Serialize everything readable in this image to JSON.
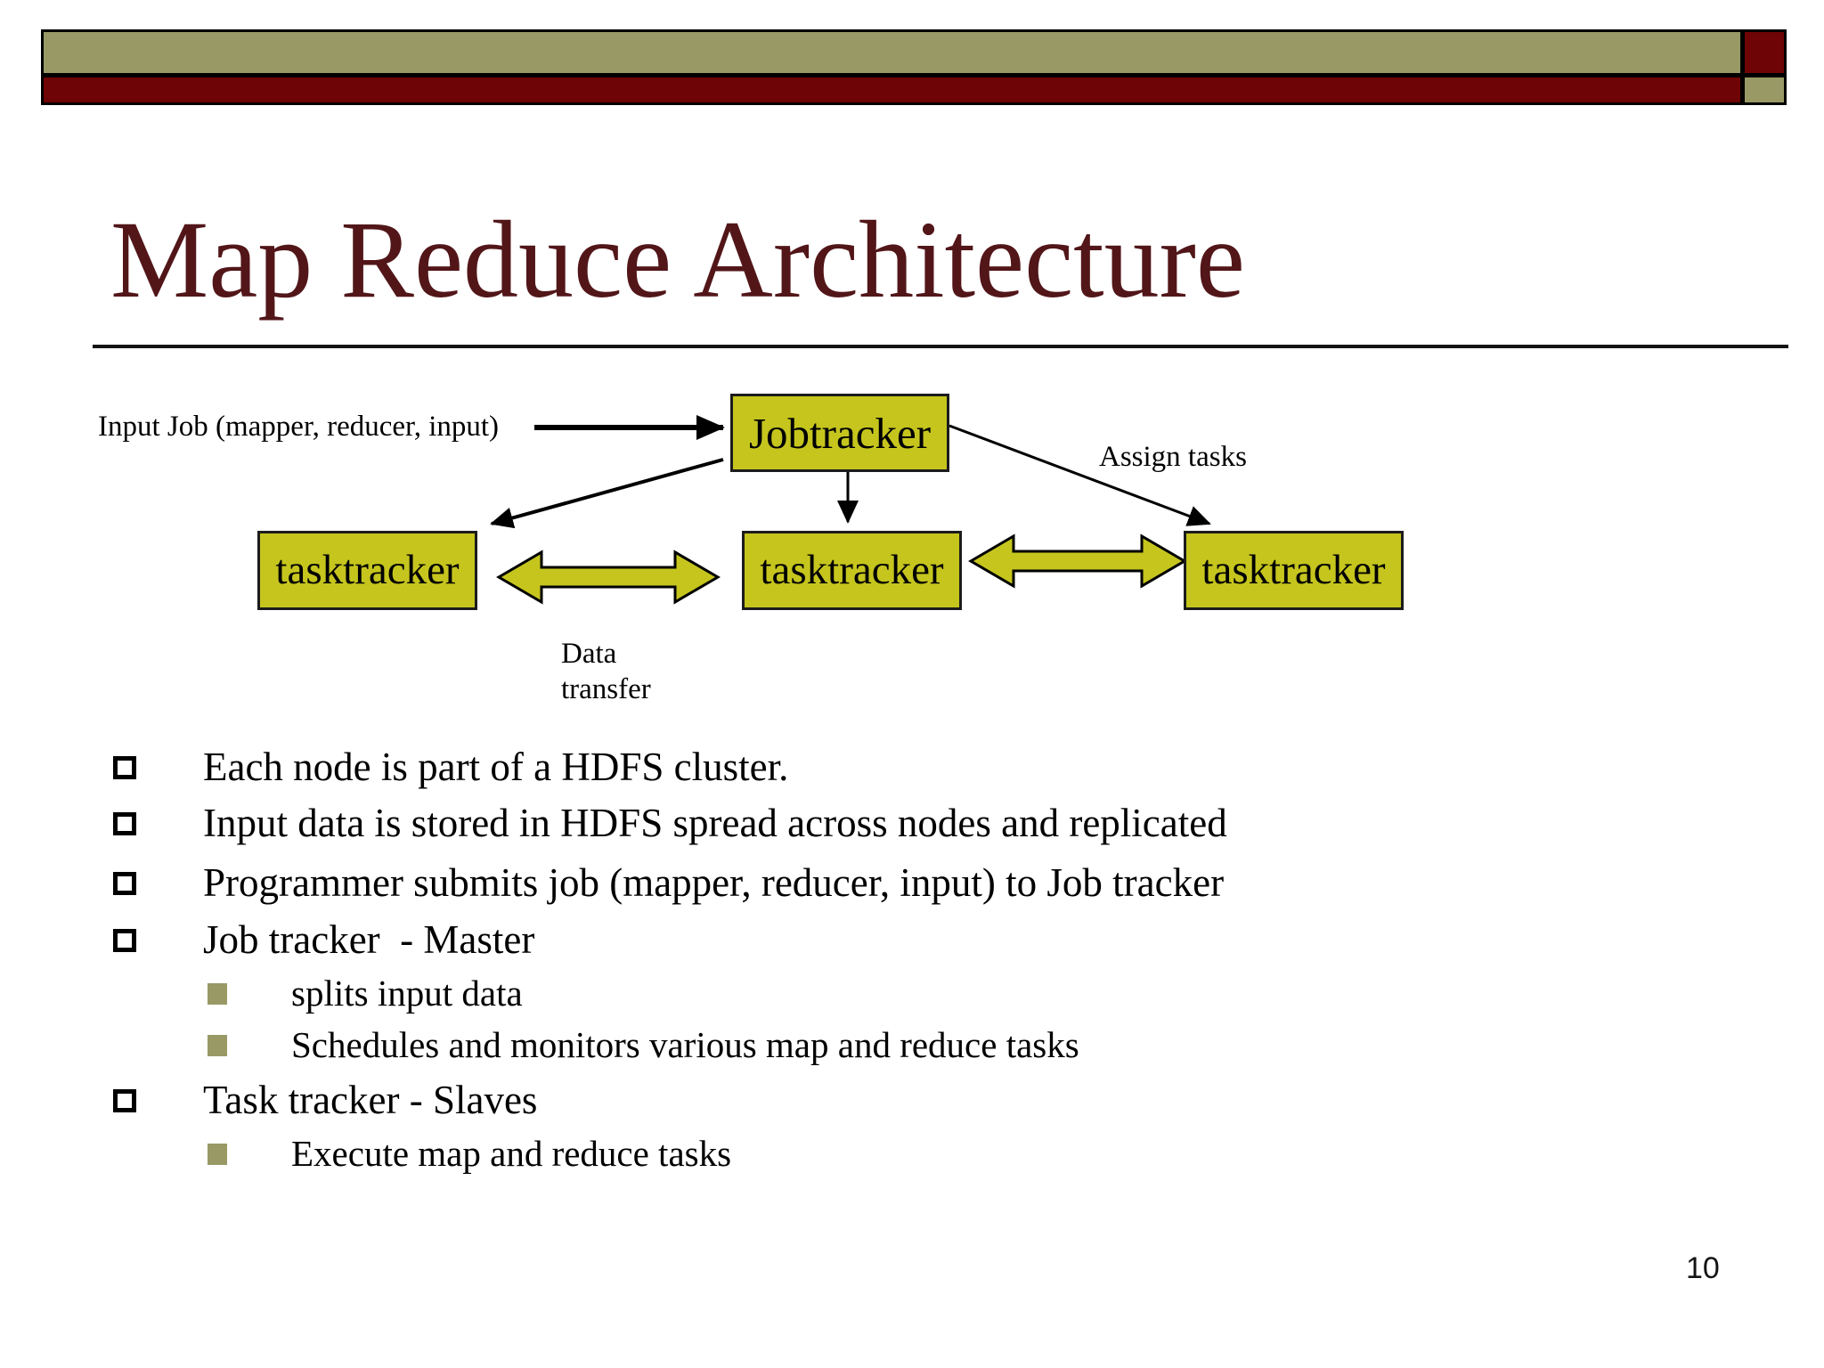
{
  "slide": {
    "title": "Map Reduce Architecture",
    "page_number": "10"
  },
  "colors": {
    "header_khaki": "#999966",
    "header_dark_red": "#6e0405",
    "title_maroon": "#521619",
    "node_fill": "#c5c51e",
    "sub_bullet_khaki": "#999966"
  },
  "diagram": {
    "input_label": "Input Job (mapper, reducer, input)",
    "assign_label": "Assign tasks",
    "data_transfer_label": "Data\ntransfer",
    "jobtracker_label": "Jobtracker",
    "tasktracker_labels": [
      "tasktracker",
      "tasktracker",
      "tasktracker"
    ]
  },
  "bullets": [
    {
      "level": 1,
      "text": "Each node is part of a HDFS cluster."
    },
    {
      "level": 1,
      "text": "Input data is stored in HDFS spread across nodes and replicated"
    },
    {
      "level": 1,
      "text": "Programmer submits job (mapper, reducer, input) to Job tracker"
    },
    {
      "level": 1,
      "text": "Job tracker  - Master"
    },
    {
      "level": 2,
      "text": "splits input data"
    },
    {
      "level": 2,
      "text": "Schedules and monitors various map and reduce tasks"
    },
    {
      "level": 1,
      "text": "Task tracker - Slaves"
    },
    {
      "level": 2,
      "text": "Execute map and reduce tasks"
    }
  ]
}
